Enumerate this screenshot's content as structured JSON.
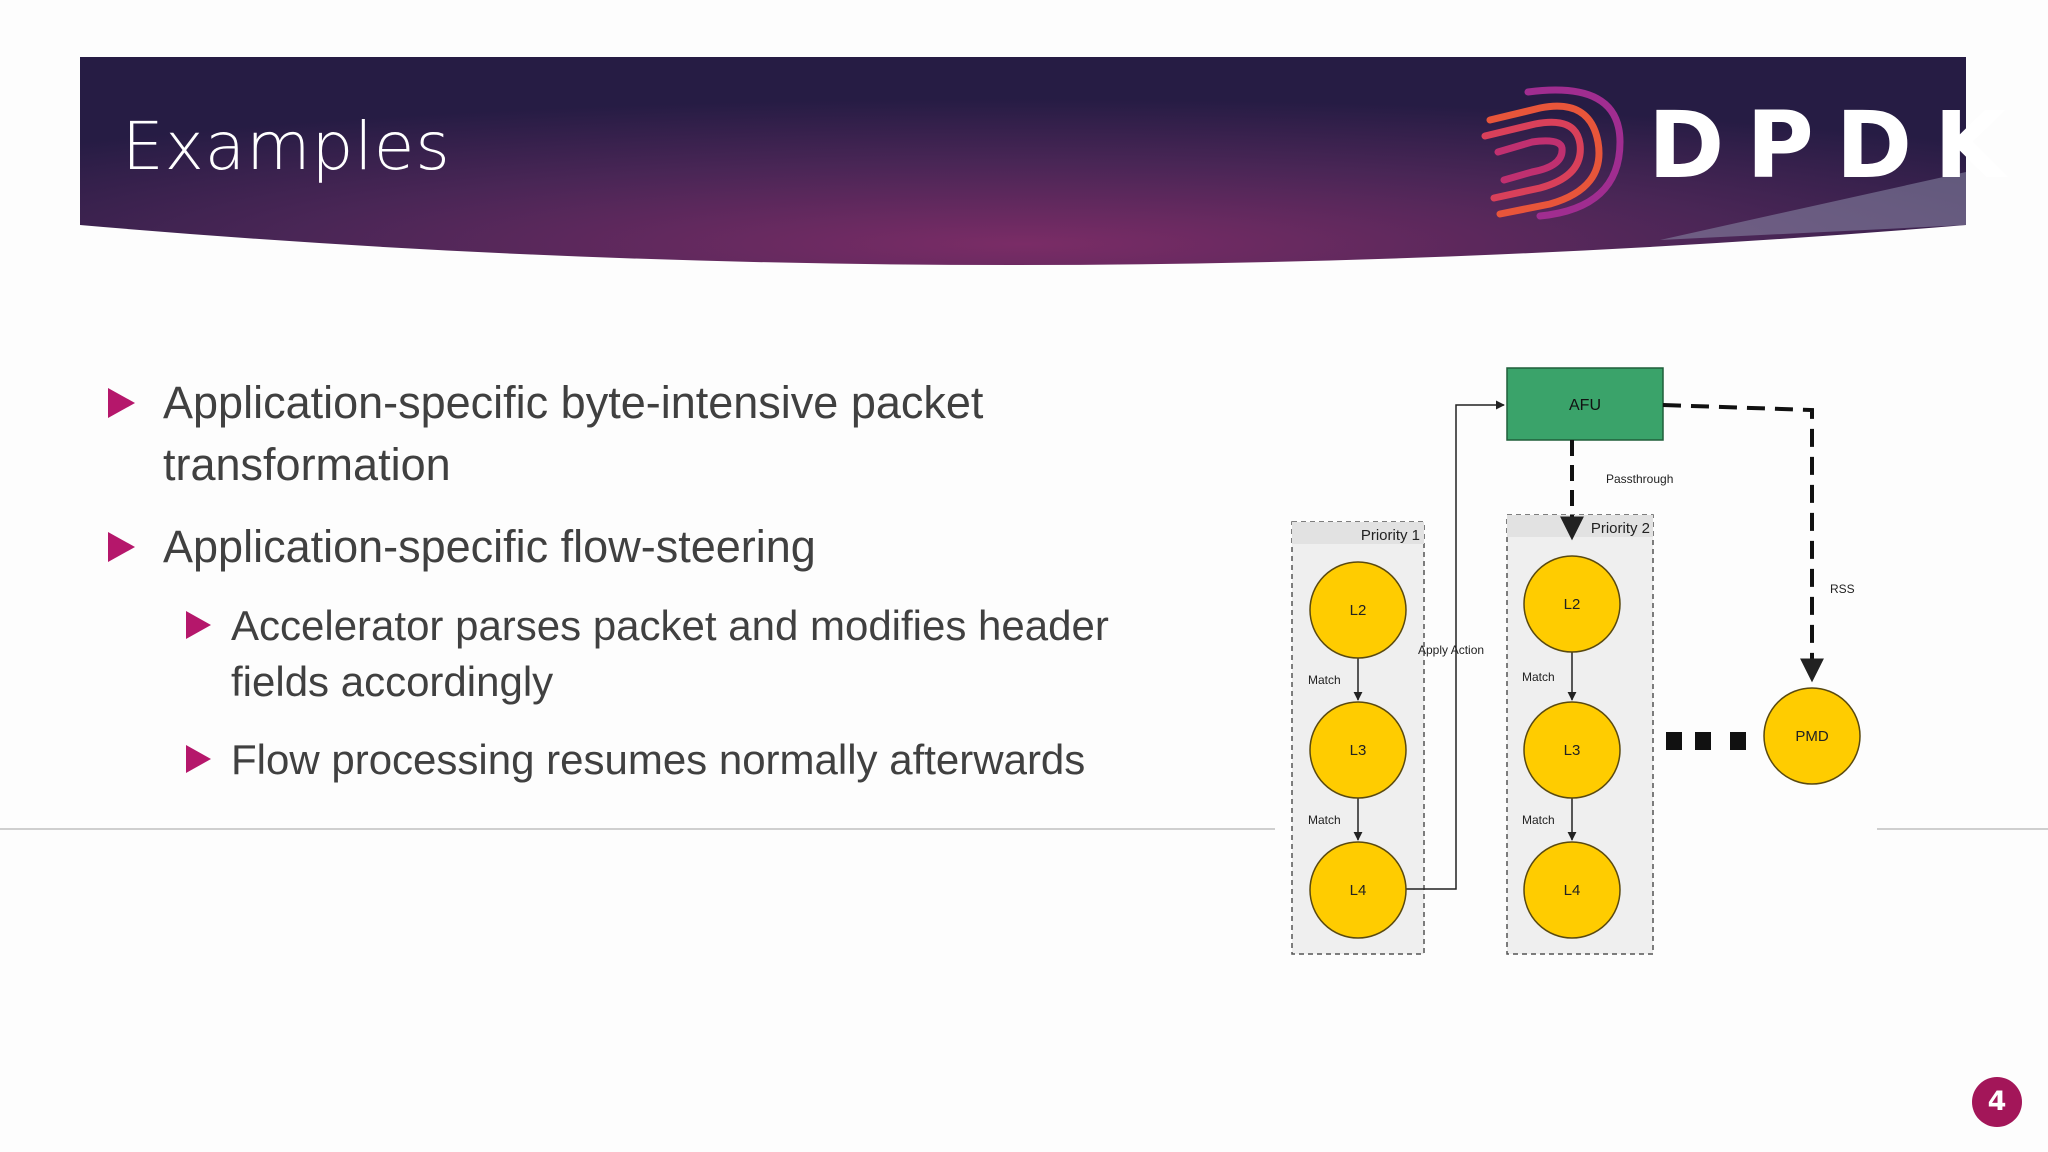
{
  "slide": {
    "title": "Examples",
    "logo_text": "DPDK",
    "page_number": "4"
  },
  "bullets": [
    {
      "level": 1,
      "text": "Application-specific byte-intensive packet transformation"
    },
    {
      "level": 1,
      "text": "Application-specific flow-steering"
    },
    {
      "level": 2,
      "text": "Accelerator parses packet and modifies header fields accordingly"
    },
    {
      "level": 2,
      "text": "Flow processing resumes normally afterwards"
    }
  ],
  "diagram": {
    "afu_label": "AFU",
    "passthrough_label": "Passthrough",
    "rss_label": "RSS",
    "apply_action_label": "Apply Action",
    "pmd_label": "PMD",
    "groups": [
      {
        "label": "Priority 1",
        "nodes": [
          "L2",
          "L3",
          "L4"
        ],
        "edges": [
          "Match",
          "Match"
        ]
      },
      {
        "label": "Priority 2",
        "nodes": [
          "L2",
          "L3",
          "L4"
        ],
        "edges": [
          "Match",
          "Match"
        ]
      }
    ]
  },
  "colors": {
    "banner_dark": "#2a1d45",
    "banner_mid": "#6b2a60",
    "accent": "#b5176b",
    "afu_fill": "#3aa36a",
    "node_fill": "#ffcc00",
    "node_stroke": "#5a4a10"
  }
}
